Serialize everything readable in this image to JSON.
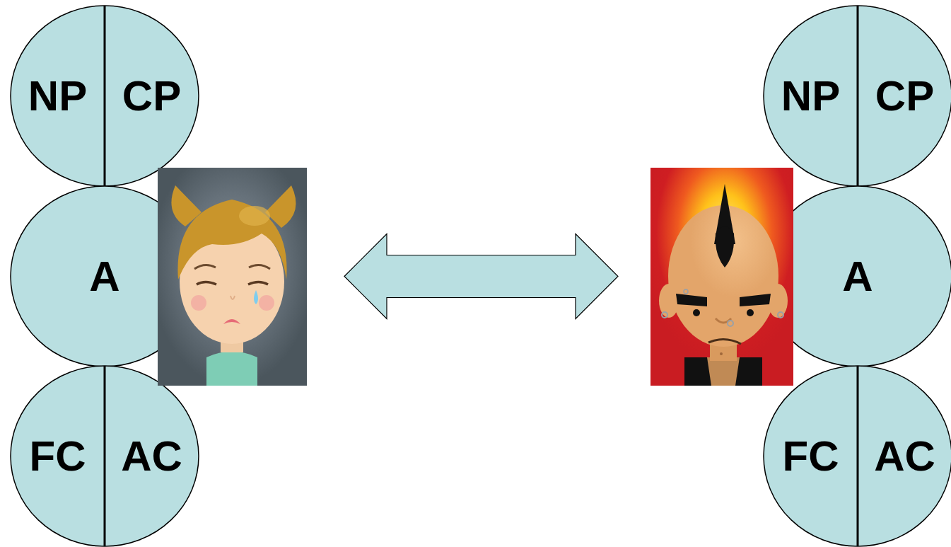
{
  "diagram": {
    "nodes": [
      {
        "text": [
          "NP",
          "CP"
        ]
      },
      {
        "text": [
          "A"
        ]
      },
      {
        "text": [
          "FC",
          "AC"
        ]
      },
      {
        "text": [
          "NP",
          "CP"
        ]
      },
      {
        "text": [
          "A"
        ]
      },
      {
        "text": [
          "FC",
          "AC"
        ]
      }
    ],
    "edges": [
      {
        "from": 1,
        "to": 4,
        "arrow": "both"
      }
    ]
  }
}
